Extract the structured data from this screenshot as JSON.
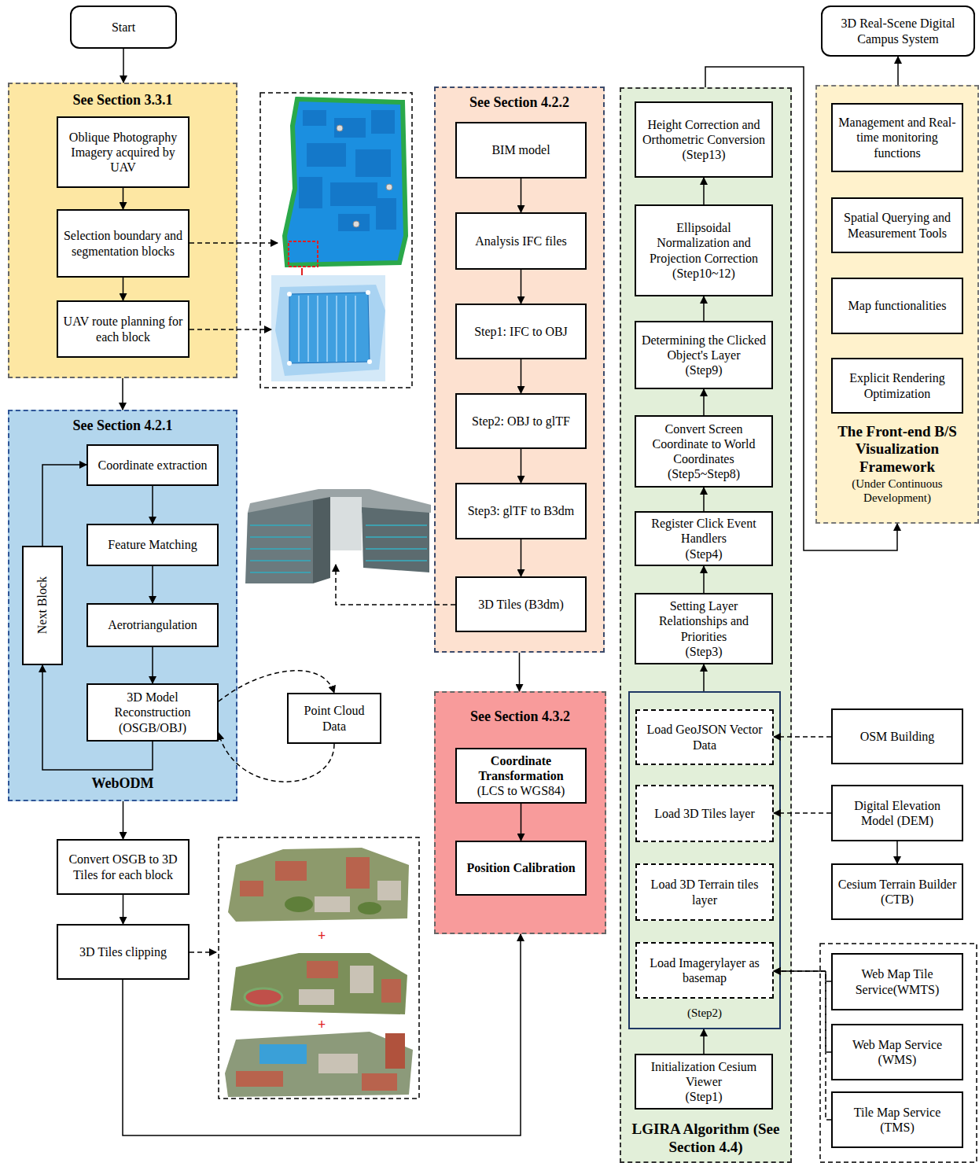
{
  "diagram": {
    "nodes": [
      {
        "text": [
          "Start"
        ]
      },
      {
        "text": [
          "See Section 3.3.1"
        ]
      },
      {
        "text": [
          "Oblique Photography Imagery acquired by UAV"
        ],
        "in": 1
      },
      {
        "text": [
          "Selection boundary and segmentation blocks"
        ],
        "in": 1
      },
      {
        "text": [
          "UAV route planning for each block"
        ],
        "in": 1
      },
      {
        "text": [
          "See Section 4.2.1",
          "WebODM"
        ]
      },
      {
        "text": [
          "Coordinate extraction"
        ],
        "in": 5
      },
      {
        "text": [
          "Feature Matching"
        ],
        "in": 5
      },
      {
        "text": [
          "Aerotriangulation"
        ],
        "in": 5
      },
      {
        "text": [
          "3D Model Reconstruction",
          "(OSGB/OBJ)"
        ],
        "in": 5
      },
      {
        "text": [
          "Next Block"
        ],
        "in": 5
      },
      {
        "text": [
          "Point Cloud Data"
        ]
      },
      {
        "text": [
          "Convert OSGB to 3D Tiles for each block"
        ]
      },
      {
        "text": [
          "3D Tiles clipping"
        ]
      },
      {
        "text": [
          "See Section 4.2.2"
        ]
      },
      {
        "text": [
          "BIM model"
        ],
        "in": 14
      },
      {
        "text": [
          "Analysis IFC files"
        ],
        "in": 14
      },
      {
        "text": [
          "Step1: IFC to OBJ"
        ],
        "in": 14
      },
      {
        "text": [
          "Step2: OBJ to glTF"
        ],
        "in": 14
      },
      {
        "text": [
          "Step3: glTF to B3dm"
        ],
        "in": 14
      },
      {
        "text": [
          "3D Tiles (B3dm)"
        ],
        "in": 14
      },
      {
        "text": [
          "See Section 4.3.2"
        ]
      },
      {
        "text": [
          "Coordinate Transformation",
          "(LCS to WGS84)"
        ],
        "in": 21
      },
      {
        "text": [
          "Position Calibration"
        ],
        "in": 21
      },
      {
        "text": [
          "LGIRA Algorithm (See Section 4.4)"
        ]
      },
      {
        "text": [
          "Height Correction and Orthometric Conversion",
          "(Step13)"
        ],
        "in": 24
      },
      {
        "text": [
          "Ellipsoidal Normalization and Projection Correction",
          "(Step10~12)"
        ],
        "in": 24
      },
      {
        "text": [
          "Determining the Clicked Object's Layer",
          "(Step9)"
        ],
        "in": 24
      },
      {
        "text": [
          "Convert Screen Coordinate to World Coordinates",
          "(Step5~Step8)"
        ],
        "in": 24
      },
      {
        "text": [
          "Register Click Event Handlers",
          "(Step4)"
        ],
        "in": 24
      },
      {
        "text": [
          "Setting Layer Relationships and Priorities",
          "(Step3)"
        ],
        "in": 24
      },
      {
        "text": [
          "(Step2)"
        ],
        "in": 24
      },
      {
        "text": [
          "Load GeoJSON Vector Data"
        ],
        "in": 31
      },
      {
        "text": [
          "Load 3D Tiles layer"
        ],
        "in": 31
      },
      {
        "text": [
          "Load 3D Terrain tiles layer"
        ],
        "in": 31
      },
      {
        "text": [
          "Load Imagerylayer as basemap"
        ],
        "in": 31
      },
      {
        "text": [
          "Initialization Cesium Viewer",
          "(Step1)"
        ],
        "in": 24
      },
      {
        "text": [
          "3D Real-Scene Digital Campus System"
        ]
      },
      {
        "text": [
          "The Front-end B/S Visualization Framework",
          "(Under Continuous Development)"
        ]
      },
      {
        "text": [
          "Management and Real-time monitoring functions"
        ],
        "in": 38
      },
      {
        "text": [
          "Spatial Querying and Measurement Tools"
        ],
        "in": 38
      },
      {
        "text": [
          "Map functionalities"
        ],
        "in": 38
      },
      {
        "text": [
          "Explicit Rendering Optimization"
        ],
        "in": 38
      },
      {
        "text": [
          "OSM Building"
        ]
      },
      {
        "text": [
          "Digital Elevation Model (DEM)"
        ]
      },
      {
        "text": [
          "Cesium Terrain Builder (CTB)"
        ]
      },
      {
        "text": [
          "Web Map Tile Service(WMTS)"
        ]
      },
      {
        "text": [
          "Web Map Service (WMS)"
        ]
      },
      {
        "text": [
          "Tile Map Service (TMS)"
        ]
      }
    ],
    "edges": [
      {
        "from": 0,
        "to": 1,
        "arrow": "to"
      },
      {
        "from": 2,
        "to": 3,
        "arrow": "to"
      },
      {
        "from": 3,
        "to": 4,
        "arrow": "to"
      },
      {
        "from": 1,
        "to": 5,
        "arrow": "to"
      },
      {
        "from": 6,
        "to": 7,
        "arrow": "to"
      },
      {
        "from": 7,
        "to": 8,
        "arrow": "to"
      },
      {
        "from": 8,
        "to": 9,
        "arrow": "to"
      },
      {
        "from": 9,
        "to": 10,
        "arrow": "to"
      },
      {
        "from": 10,
        "to": 6,
        "arrow": "to"
      },
      {
        "from": 9,
        "to": 11,
        "arrow": "to"
      },
      {
        "from": 11,
        "to": 9,
        "arrow": "to"
      },
      {
        "from": 5,
        "to": 12,
        "arrow": "to"
      },
      {
        "from": 12,
        "to": 13,
        "arrow": "to"
      },
      {
        "from": 13,
        "to": 21,
        "arrow": "to"
      },
      {
        "from": 15,
        "to": 16,
        "arrow": "to"
      },
      {
        "from": 16,
        "to": 17,
        "arrow": "to"
      },
      {
        "from": 17,
        "to": 18,
        "arrow": "to"
      },
      {
        "from": 18,
        "to": 19,
        "arrow": "to"
      },
      {
        "from": 19,
        "to": 20,
        "arrow": "to"
      },
      {
        "from": 14,
        "to": 21,
        "arrow": "to"
      },
      {
        "from": 22,
        "to": 23,
        "arrow": "to"
      },
      {
        "from": 36,
        "to": 31,
        "arrow": "to"
      },
      {
        "from": 31,
        "to": 30,
        "arrow": "to"
      },
      {
        "from": 30,
        "to": 29,
        "arrow": "to"
      },
      {
        "from": 29,
        "to": 28,
        "arrow": "to"
      },
      {
        "from": 28,
        "to": 27,
        "arrow": "to"
      },
      {
        "from": 27,
        "to": 26,
        "arrow": "to"
      },
      {
        "from": 26,
        "to": 25,
        "arrow": "to"
      },
      {
        "from": 24,
        "to": 38,
        "arrow": "to"
      },
      {
        "from": 38,
        "to": 37,
        "arrow": "to"
      },
      {
        "from": 43,
        "to": 32,
        "arrow": "to"
      },
      {
        "from": 44,
        "to": 33,
        "arrow": "to"
      },
      {
        "from": 44,
        "to": 45,
        "arrow": "to"
      },
      {
        "from": 46,
        "to": 35,
        "arrow": "to"
      },
      {
        "from": 47,
        "to": 35,
        "arrow": "to"
      },
      {
        "from": 48,
        "to": 35,
        "arrow": "to"
      }
    ],
    "labels": [
      "+",
      "+"
    ]
  }
}
